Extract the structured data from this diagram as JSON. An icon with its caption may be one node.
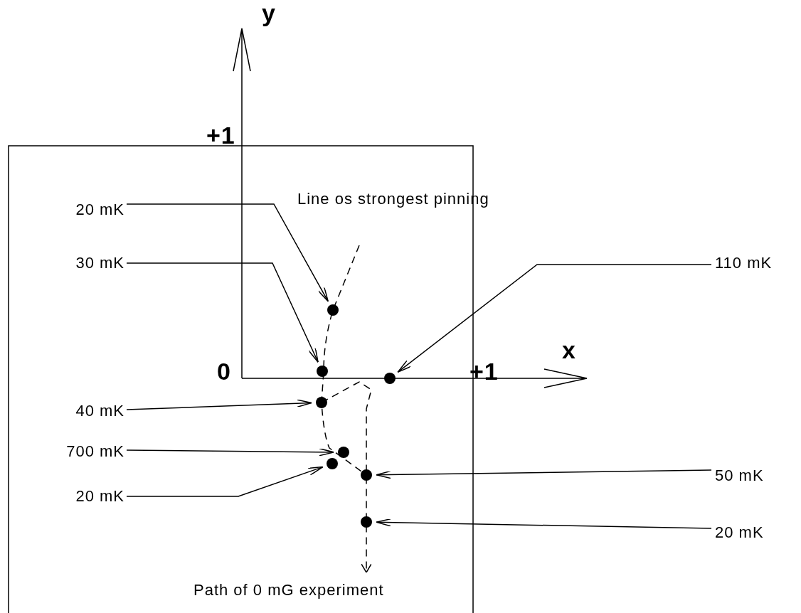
{
  "diagram": {
    "nodes": [
      {
        "text": [
          "20 mK"
        ]
      },
      {
        "text": [
          "30 mK"
        ]
      },
      {
        "text": [
          "110 mK"
        ]
      },
      {
        "text": [
          "40 mK"
        ]
      },
      {
        "text": [
          "700 mK"
        ]
      },
      {
        "text": [
          "20 mK"
        ]
      },
      {
        "text": [
          "50 mK"
        ]
      },
      {
        "text": [
          "20 mK"
        ]
      },
      {
        "text": [],
        "shape": "circle"
      },
      {
        "text": [],
        "shape": "circle"
      },
      {
        "text": [],
        "shape": "circle"
      },
      {
        "text": [],
        "shape": "circle"
      },
      {
        "text": [],
        "shape": "circle"
      },
      {
        "text": [],
        "shape": "circle"
      },
      {
        "text": [],
        "shape": "circle"
      },
      {
        "text": [],
        "shape": "circle"
      }
    ],
    "edges": [
      {
        "from": 0,
        "to": 8,
        "arrow": "to"
      },
      {
        "from": 1,
        "to": 9,
        "arrow": "to"
      },
      {
        "from": 2,
        "to": 10,
        "arrow": "to"
      },
      {
        "from": 3,
        "to": 11,
        "arrow": "to"
      },
      {
        "from": 4,
        "to": 12,
        "arrow": "to"
      },
      {
        "from": 5,
        "to": 13,
        "arrow": "to"
      },
      {
        "from": 6,
        "to": 14,
        "arrow": "to"
      },
      {
        "from": 7,
        "to": 15,
        "arrow": "to"
      }
    ],
    "labels": [
      "y",
      "+1",
      "Line os strongest pinning",
      "x",
      "0",
      "+1",
      "Path of 0 mG experiment"
    ]
  }
}
